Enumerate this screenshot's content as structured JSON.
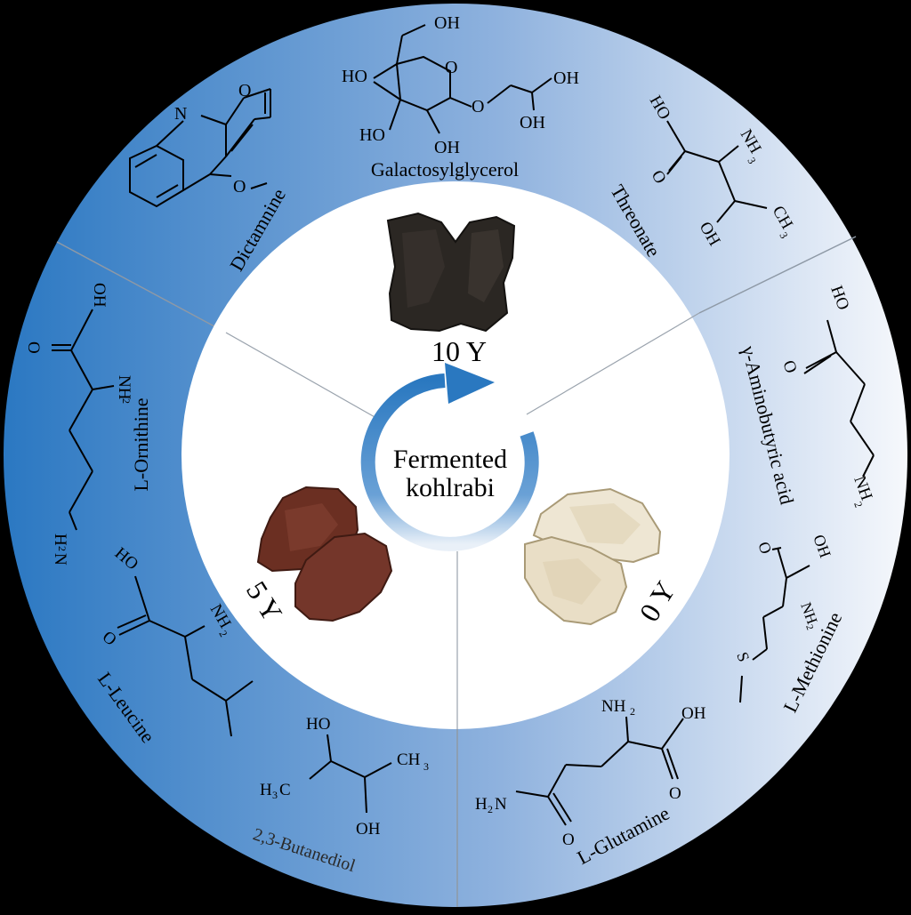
{
  "center": {
    "line1": "Fermented",
    "line2": "kohlrabi"
  },
  "samples": [
    {
      "id": "10y",
      "label": "10 Y",
      "color": "#2a2622"
    },
    {
      "id": "5y",
      "label": "5 Y",
      "color": "#6a2f22"
    },
    {
      "id": "0y",
      "label": "0 Y",
      "color": "#ece3cf"
    }
  ],
  "compounds": {
    "dictamnine": {
      "name": "Dictamnine",
      "atoms": {
        "n": "N",
        "o_ring": "O",
        "o_methoxy": "O"
      }
    },
    "galactosylglycerol": {
      "name": "Galactosylglycerol",
      "atoms": {
        "oh_top": "OH",
        "ho_left": "HO",
        "o_ring": "O",
        "o_link": "O",
        "oh_right1": "OH",
        "oh_right2": "OH",
        "ho_bottom": "HO",
        "oh_bottom": "OH"
      }
    },
    "threonate": {
      "name": "Threonate",
      "atoms": {
        "ho": "HO",
        "o": "O",
        "nh3": "NH",
        "nh3_sub": "3",
        "oh": "OH",
        "ch3": "CH",
        "ch3_sub": "3"
      }
    },
    "gaba": {
      "name": "γ-Aminobutyric acid",
      "atoms": {
        "ho": "HO",
        "o": "O",
        "nh2": "NH",
        "nh2_sub": "2"
      }
    },
    "methionine": {
      "name": "L-Methionine",
      "atoms": {
        "o": "O",
        "oh": "OH",
        "nh2": "NH",
        "nh2_sub": "2",
        "s": "S"
      }
    },
    "glutamine": {
      "name": "L-Glutamine",
      "atoms": {
        "nh2_top": "NH",
        "nh2_top_sub": "2",
        "oh": "OH",
        "o_right": "O",
        "h2n": "H",
        "h2n_sub": "2",
        "h2n_n": "N",
        "o_left": "O"
      }
    },
    "butanediol": {
      "name": "2,3-Butanediol",
      "atoms": {
        "ho": "HO",
        "ch3": "CH",
        "ch3_sub": "3",
        "h3c": "H",
        "h3c_sub": "3",
        "h3c_c": "C",
        "oh": "OH"
      }
    },
    "leucine": {
      "name": "L-Leucine",
      "atoms": {
        "ho": "HO",
        "o": "O",
        "nh2": "NH",
        "nh2_sub": "2"
      }
    },
    "ornithine": {
      "name": "L-Ornithine",
      "atoms": {
        "oh": "OH",
        "o": "O",
        "nh2": "NH",
        "nh2_sub": "2",
        "h2n": "H",
        "h2n_sub": "2",
        "h2n_n": "N"
      }
    }
  },
  "colors": {
    "ring_dark": "#2f7cc4",
    "ring_light": "#f4f7fc",
    "inner_disk": "#ffffff",
    "arrow": "#2f7cc4",
    "divider": "#9aa3ad",
    "line": "#000000"
  }
}
